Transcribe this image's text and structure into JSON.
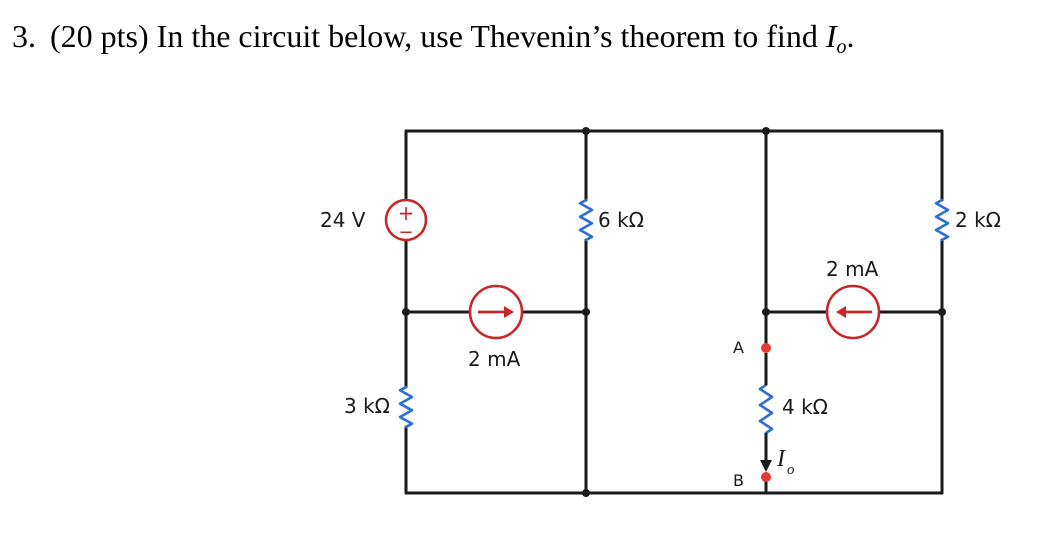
{
  "question": {
    "number": "3.",
    "text": "(20 pts) In the circuit below, use Thevenin’s theorem to find ",
    "var_main": "I",
    "var_sub": "o",
    "end": "."
  },
  "circuit": {
    "vsource_label": "24 V",
    "vsource_plus": "+",
    "vsource_minus": "−",
    "r_left_label": "3 kΩ",
    "isource_left_label": "2 mA",
    "r_mid_label": "6 kΩ",
    "node_a_label": "A",
    "node_b_label": "B",
    "r_4k_label": "4 kΩ",
    "current_var": "I",
    "current_sub": "o",
    "isource_right_label": "2 mA",
    "r_right_label": "2 kΩ"
  },
  "colors": {
    "wire": "#1a1a1a",
    "resistor": "#2b6fd6",
    "source": "#c62828",
    "terminal": "#e53935"
  }
}
